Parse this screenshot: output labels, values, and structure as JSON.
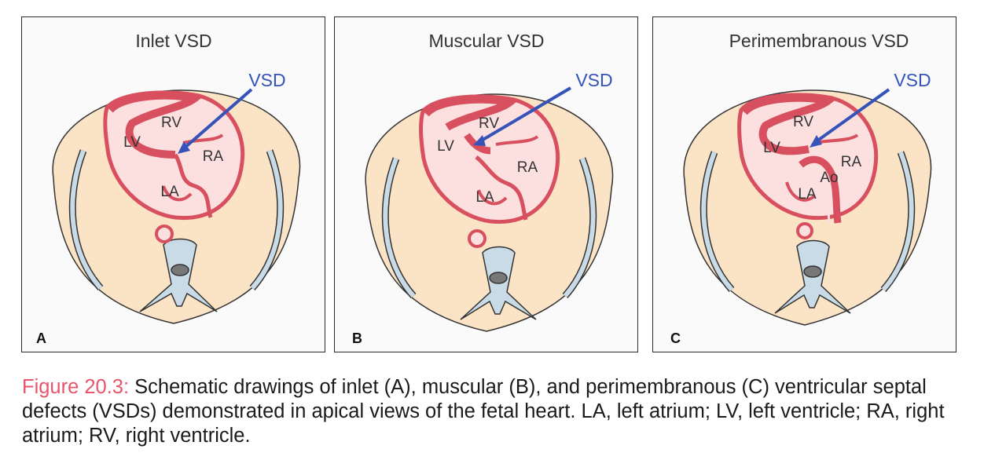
{
  "panels": [
    {
      "title": "Inlet VSD",
      "letter": "A",
      "vsd_label": "VSD",
      "labels": {
        "rv": "RV",
        "lv": "LV",
        "ra": "RA",
        "la": "LA"
      }
    },
    {
      "title": "Muscular VSD",
      "letter": "B",
      "vsd_label": "VSD",
      "labels": {
        "rv": "RV",
        "lv": "LV",
        "ra": "RA",
        "la": "LA"
      }
    },
    {
      "title": "Perimembranous VSD",
      "letter": "C",
      "vsd_label": "VSD",
      "labels": {
        "rv": "RV",
        "lv": "LV",
        "ra": "RA",
        "la": "LA",
        "ao": "Ao"
      }
    }
  ],
  "caption": {
    "figure_label": "Figure 20.3:",
    "text": " Schematic drawings of inlet (A), muscular (B), and perimembranous (C) ventricular septal defects (VSDs) demonstrated in apical views of the fetal heart. LA, left atrium; LV, left ventricle; RA, right atrium; RV, right ventricle."
  },
  "colors": {
    "body": "#fbe3c6",
    "rib": "#c9dbe6",
    "heart_wall": "#d8505f",
    "chamber": "#fbe0df",
    "arrow": "#3553b8",
    "caption_label": "#e8546b"
  }
}
